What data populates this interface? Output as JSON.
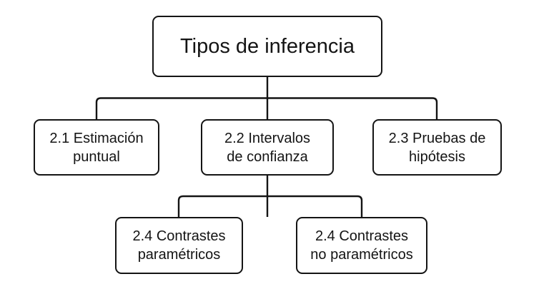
{
  "diagram": {
    "root": {
      "label": "Tipos de inferencia"
    },
    "children": [
      {
        "label": "2.1 Estimación\npuntual"
      },
      {
        "label": "2.2 Intervalos\nde confianza"
      },
      {
        "label": "2.3 Pruebas de\nhipótesis"
      }
    ],
    "grandchildren": [
      {
        "label": "2.4 Contrastes\nparamétricos"
      },
      {
        "label": "2.4 Contrastes\nno paramétricos"
      }
    ],
    "colors": {
      "stroke": "#141414",
      "node_fill": "#ffffff",
      "background": "#ffffff"
    }
  }
}
